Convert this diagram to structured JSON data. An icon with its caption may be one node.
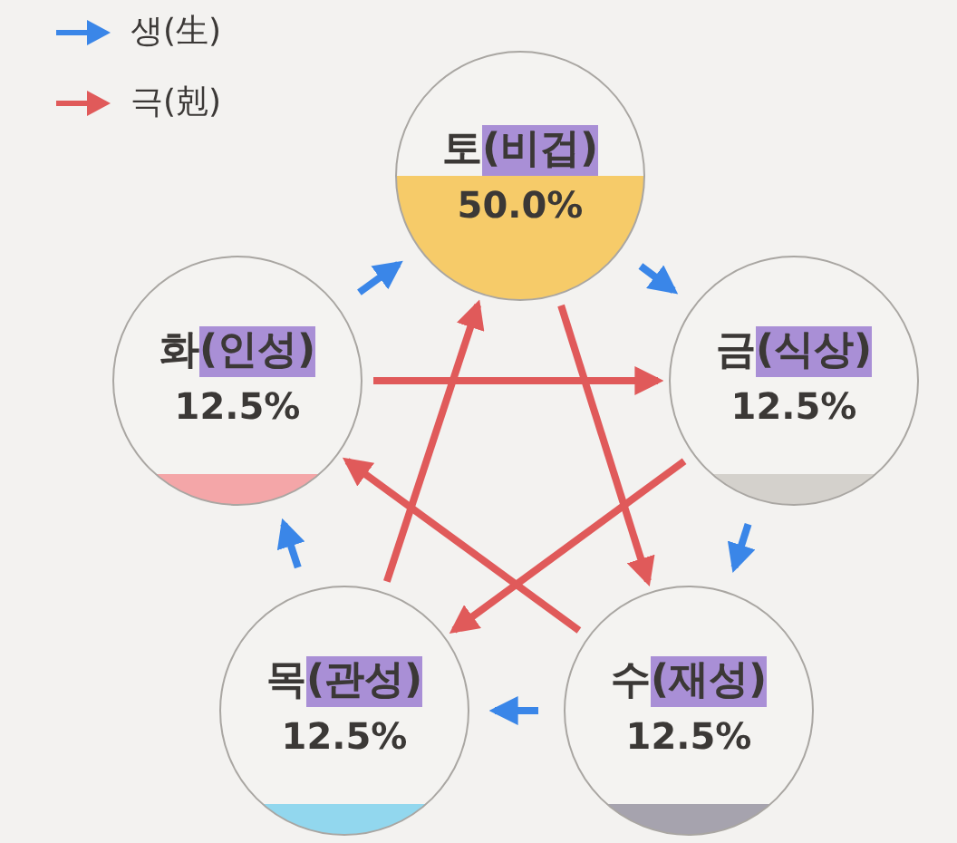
{
  "diagram": {
    "nodes": [
      {
        "text": [
          "토",
          "(비겁)",
          "50.0%"
        ]
      },
      {
        "text": [
          "금",
          "(식상)",
          "12.5%"
        ]
      },
      {
        "text": [
          "수",
          "(재성)",
          "12.5%"
        ]
      },
      {
        "text": [
          "목",
          "(관성)",
          "12.5%"
        ]
      },
      {
        "text": [
          "화",
          "(인성)",
          "12.5%"
        ]
      }
    ],
    "edges": [
      {
        "from": 4,
        "to": 0,
        "arrow": "to",
        "color": "#3a86e8"
      },
      {
        "from": 0,
        "to": 1,
        "arrow": "to",
        "color": "#3a86e8"
      },
      {
        "from": 1,
        "to": 2,
        "arrow": "to",
        "color": "#3a86e8"
      },
      {
        "from": 2,
        "to": 3,
        "arrow": "to",
        "color": "#3a86e8"
      },
      {
        "from": 3,
        "to": 4,
        "arrow": "to",
        "color": "#3a86e8"
      },
      {
        "from": 4,
        "to": 1,
        "arrow": "to",
        "color": "#e05a5a"
      },
      {
        "from": 1,
        "to": 3,
        "arrow": "to",
        "color": "#e05a5a"
      },
      {
        "from": 3,
        "to": 0,
        "arrow": "to",
        "color": "#e05a5a"
      },
      {
        "from": 0,
        "to": 2,
        "arrow": "to",
        "color": "#e05a5a"
      },
      {
        "from": 2,
        "to": 4,
        "arrow": "to",
        "color": "#e05a5a"
      }
    ],
    "legend": [
      {
        "text": "생(生)"
      },
      {
        "text": "극(剋)"
      }
    ]
  }
}
